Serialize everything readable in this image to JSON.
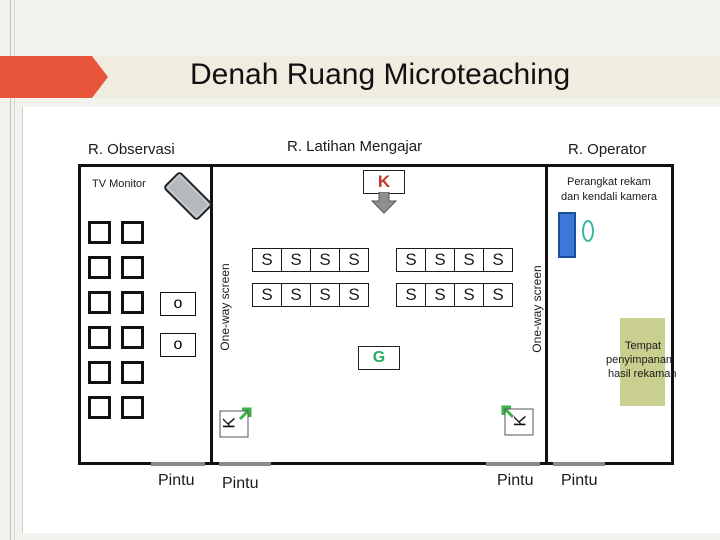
{
  "title": "Denah Ruang Microteaching",
  "rooms": {
    "observasi": "R. Observasi",
    "latihan": "R. Latihan Mengajar",
    "operator": "R. Operator"
  },
  "labels": {
    "tv_monitor": "TV Monitor",
    "perangkat_line1": "Perangkat rekam",
    "perangkat_line2": "dan kendali kamera",
    "one_way_left": "One-way screen",
    "one_way_right": "One-way screen",
    "teacher": "K",
    "guru": "G",
    "camera_left": "K",
    "camera_right": "K",
    "observer_seat": "o",
    "student_seat": "S",
    "tempat_line1": "Tempat",
    "tempat_line2": "penyimpanan",
    "tempat_line3": "hasil rekaman"
  },
  "doors": [
    "Pintu",
    "Pintu",
    "Pintu",
    "Pintu"
  ],
  "colors": {
    "title_bar": "#f0ede0",
    "accent_red": "#e8553a",
    "frame_gray": "#cfcfcf",
    "tv": "#c8ccd0",
    "door_gray": "#8a8a8a",
    "storage": "#c9cf8e",
    "operator_blue": "#3b78d8",
    "arrow_gray": "#8f8f8f"
  }
}
